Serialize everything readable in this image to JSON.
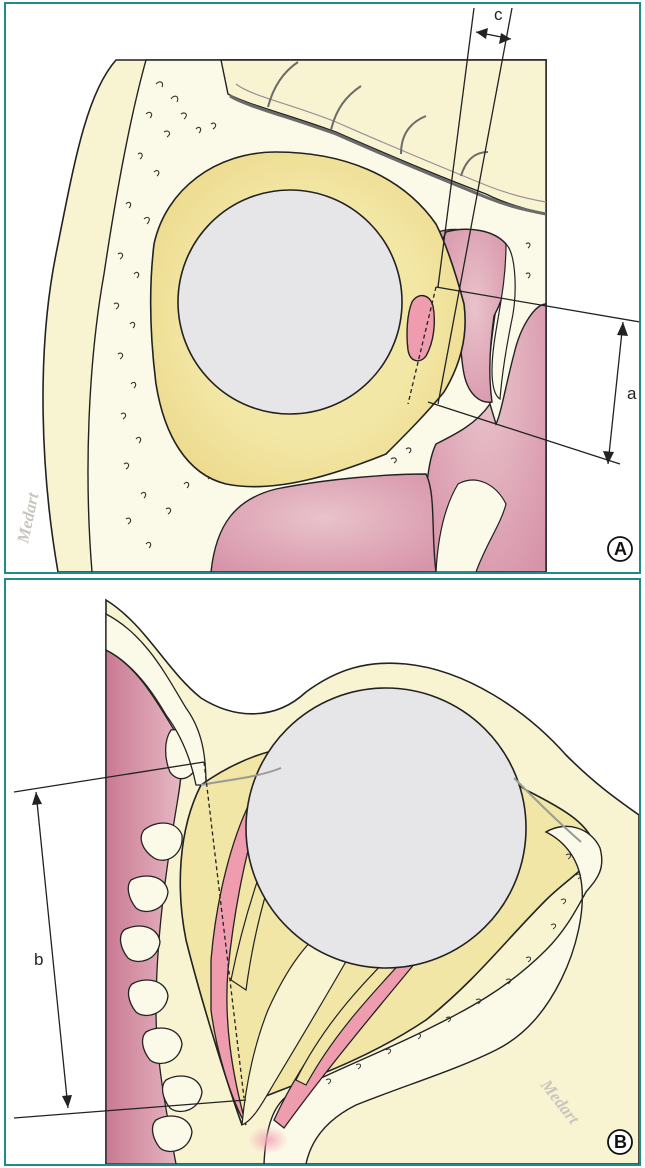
{
  "panels": [
    {
      "id": "A",
      "badge": "A",
      "measurements": [
        {
          "key": "a",
          "label": "a"
        },
        {
          "key": "c",
          "label": "c"
        }
      ],
      "watermark": "Medart"
    },
    {
      "id": "B",
      "badge": "B",
      "measurements": [
        {
          "key": "b",
          "label": "b"
        }
      ],
      "watermark": "Medart"
    }
  ],
  "colors": {
    "frame": "#1f8a8a",
    "skin": "#f8f4d2",
    "bone": "#fbf9e8",
    "fat": "#f1e6a6",
    "globe": "#e6e6e8",
    "mucosa": "#dba2b3",
    "muscle": "#ee9cae"
  }
}
